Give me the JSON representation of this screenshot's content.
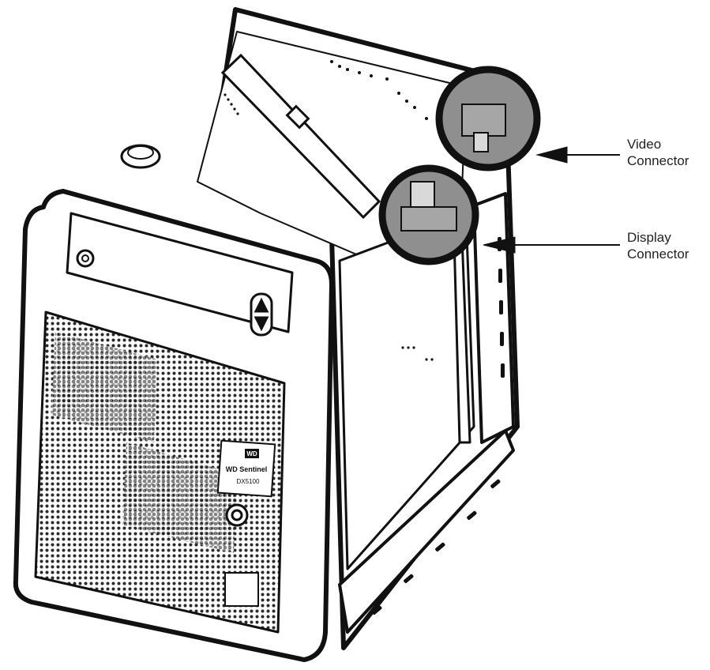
{
  "callouts": {
    "video": {
      "line1": "Video",
      "line2": "Connector"
    },
    "display": {
      "line1": "Display",
      "line2": "Connector"
    }
  },
  "device_badge": {
    "logo": "WD",
    "brand_line1": "WD Sentinel",
    "model": "DX5100"
  },
  "colors": {
    "ink": "#111111",
    "highlight_fill": "#8f8f8f",
    "grille": "#2b2b2b",
    "paper": "#ffffff"
  }
}
